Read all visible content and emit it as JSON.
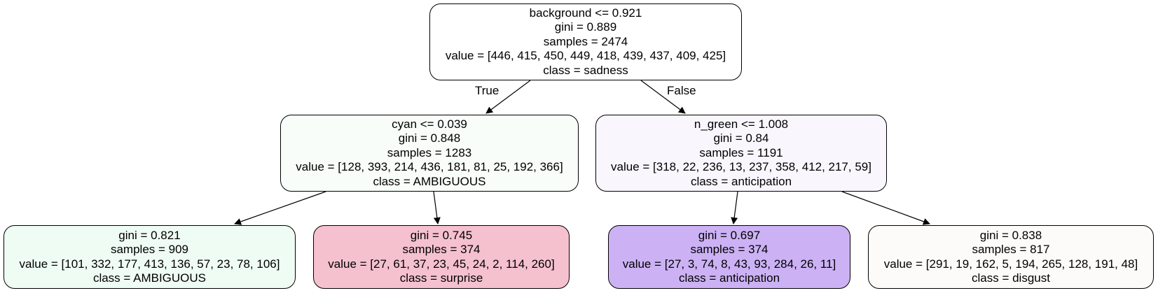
{
  "edges": {
    "true_label": "True",
    "false_label": "False"
  },
  "nodes": [
    {
      "id": "n0",
      "fill": "#ffffff",
      "lines": [
        "background <= 0.921",
        "gini = 0.889",
        "samples = 2474",
        "value = [446, 415, 450, 449, 418, 439, 437, 409, 425]",
        "class = sadness"
      ]
    },
    {
      "id": "n1",
      "fill": "#f8fdf9",
      "lines": [
        "cyan <= 0.039",
        "gini = 0.848",
        "samples = 1283",
        "value = [128, 393, 214, 436, 181, 81, 25, 192, 366]",
        "class = AMBIGUOUS"
      ]
    },
    {
      "id": "n2",
      "fill": "#f9f6fe",
      "lines": [
        "n_green <= 1.008",
        "gini = 0.84",
        "samples = 1191",
        "value = [318, 22, 236, 13, 237, 358, 412, 217, 59]",
        "class = anticipation"
      ]
    },
    {
      "id": "n3",
      "fill": "#effcf3",
      "lines": [
        "gini = 0.821",
        "samples = 909",
        "value = [101, 332, 177, 413, 136, 57, 23, 78, 106]",
        "class = AMBIGUOUS"
      ]
    },
    {
      "id": "n4",
      "fill": "#f5c1cf",
      "lines": [
        "gini = 0.745",
        "samples = 374",
        "value = [27, 61, 37, 23, 45, 24, 2, 114, 260]",
        "class = surprise"
      ]
    },
    {
      "id": "n5",
      "fill": "#ccb2f4",
      "lines": [
        "gini = 0.697",
        "samples = 374",
        "value = [27, 3, 74, 8, 43, 93, 284, 26, 11]",
        "class = anticipation"
      ]
    },
    {
      "id": "n6",
      "fill": "#fcfbf9",
      "lines": [
        "gini = 0.838",
        "samples = 817",
        "value = [291, 19, 162, 5, 194, 265, 128, 191, 48]",
        "class = disgust"
      ]
    }
  ]
}
